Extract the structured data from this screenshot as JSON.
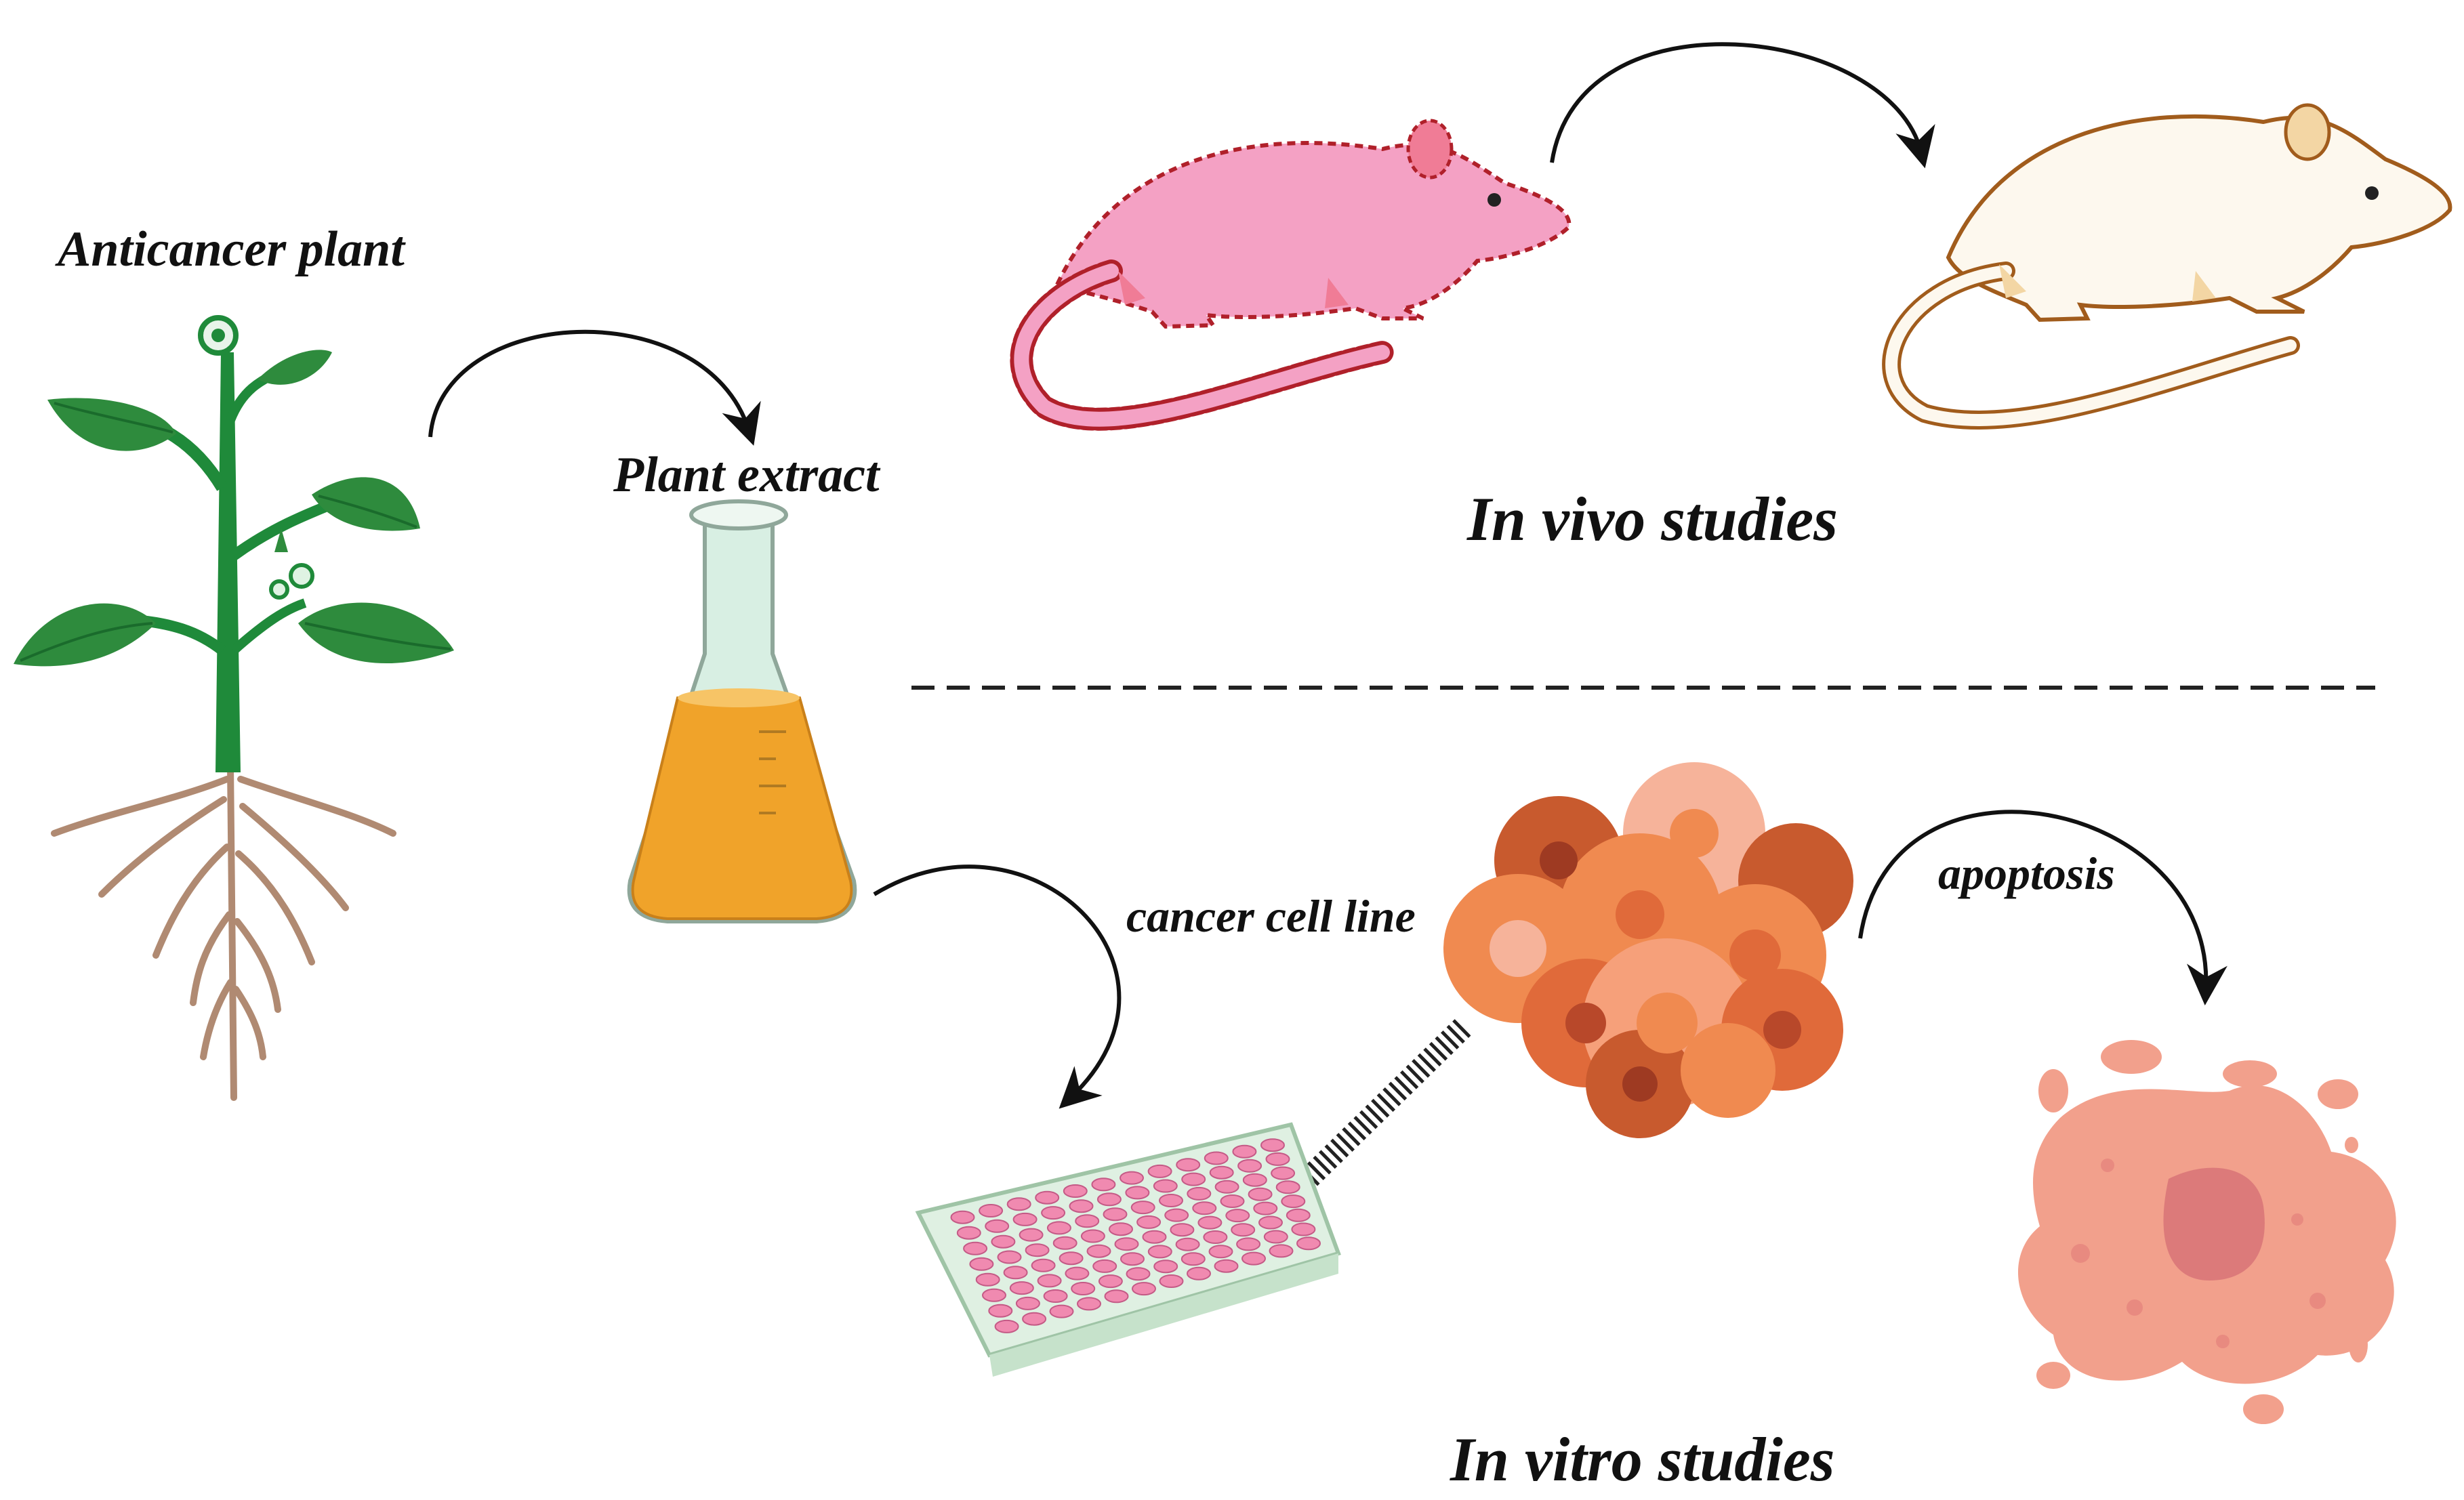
{
  "labels": {
    "anticancer_plant": "Anticancer plant",
    "plant_extract": "Plant extract",
    "in_vivo": "In vivo studies",
    "cancer_cell_line": "cancer cell line",
    "apoptosis": "apoptosis",
    "in_vitro": "In vitro studies"
  },
  "colors": {
    "leaf": "#2e8b3d",
    "stem": "#1f8a3a",
    "root": "#b08a72",
    "extract": "#f0a32a",
    "flask_glass": "#d8efe3",
    "treated_rat": "#f4a1c4",
    "treated_rat_outline": "#b0202a",
    "control_rat": "#fdf8ee",
    "control_rat_outline": "#a15c1c",
    "cancer_cell": "#f08a50",
    "cancer_cell_dark": "#c85a2e",
    "apoptotic_cell": "#f2a08c",
    "well_plate": "#dff0e2",
    "wells": "#f08ab0",
    "arrow": "#111111"
  }
}
